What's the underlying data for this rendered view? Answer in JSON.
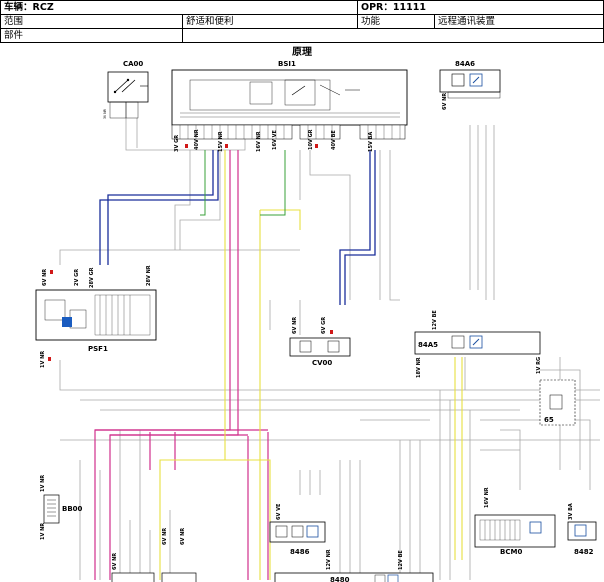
{
  "header": {
    "vehicle_label": "车辆",
    "vehicle_sep": "：",
    "vehicle_value": "RCZ",
    "opr_label": "OPR",
    "opr_sep": "：",
    "opr_value": "11111",
    "scope_label": "范围",
    "scope_value": "舒适和便利",
    "function_label": "功能",
    "function_value": "远程通讯装置",
    "parts_label": "部件"
  },
  "diagram": {
    "title": "原理",
    "components": {
      "ca00": "CA00",
      "bsi1": "BSI1",
      "a84a6": "84A6",
      "psf1": "PSF1",
      "cv00": "CV00",
      "a84a5": "84A5",
      "bb00": "BB00",
      "c8486": "8486",
      "bcm0": "BCM0",
      "c8482": "8482",
      "c8480": "8480",
      "c65": "65"
    },
    "connectors": {
      "gr3v": "3V GR",
      "nr40v": "40V NR",
      "nr15v": "15V NR",
      "nr16v": "16V NR",
      "ve16v": "16V VE",
      "gr10v": "10V GR",
      "be40v": "40V BE",
      "ba15v": "15V BA",
      "nr6v_a": "6V NR",
      "nr3v": "3V NR",
      "nr6v_b": "6V NR",
      "gr2v": "2V GR",
      "gr28v": "28V GR",
      "nr28v": "28V NR",
      "nr6v_cv": "6V NR",
      "gr6v": "6V GR",
      "be12v_a": "12V BE",
      "nr18v": "18V NR",
      "rg1v": "1V RG",
      "nr1v_a": "1V NR",
      "nr1v_b": "1V NR",
      "nr1v_c": "1V NR",
      "ve6v": "6V VE",
      "nr12v": "12V NR",
      "be12v_b": "12V BE",
      "nr16v_b": "16V NR",
      "ba3v": "3V BA",
      "nr6v_c": "6V NR",
      "nr6v_d": "6V NR",
      "nr6v_e": "6V NR"
    }
  },
  "colors": {
    "wire_blue": "#1a2e9a",
    "wire_magenta": "#d0308c",
    "wire_yellow": "#e8e040",
    "wire_green": "#38a038",
    "wire_gray": "#a8a8a8",
    "wire_red": "#d01818"
  }
}
